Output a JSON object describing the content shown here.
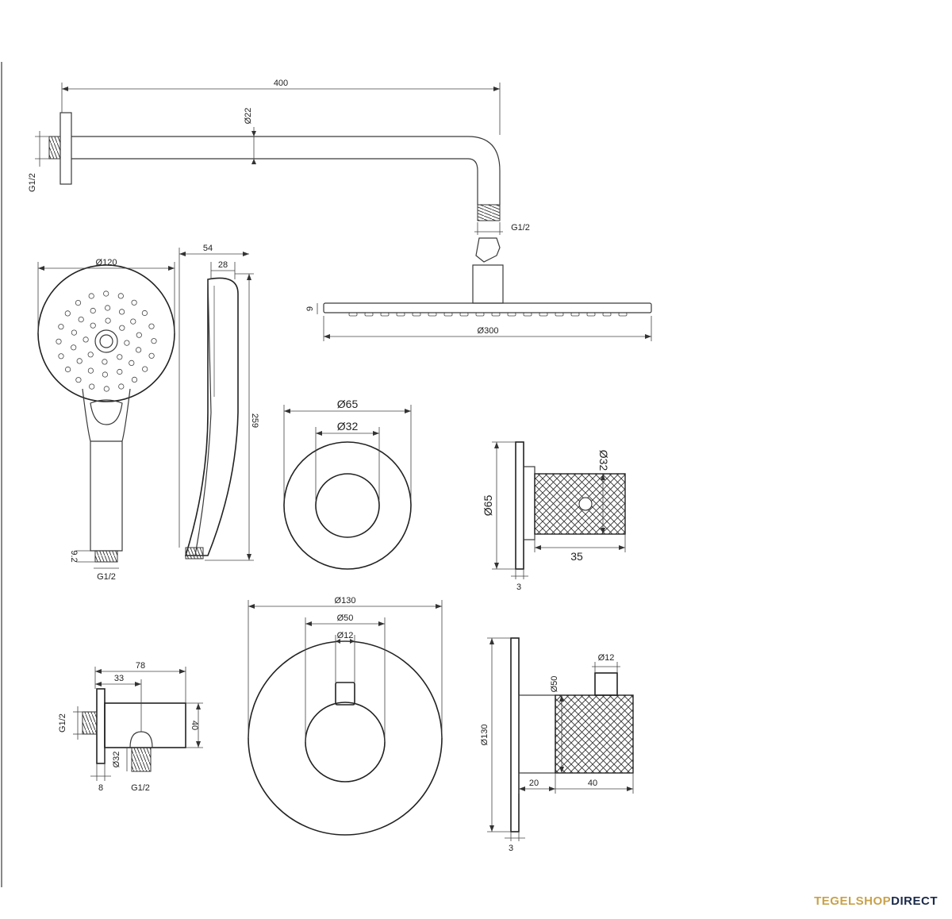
{
  "labels": {
    "arm_length": "400",
    "arm_diameter": "Ø22",
    "arm_inlet_thread": "G1/2",
    "arm_outlet_thread": "G1/2",
    "hand_head_diameter": "Ø120",
    "hand_depth": "54",
    "hand_head_depth": "28",
    "hand_length": "259",
    "hand_thread_height": "9.2",
    "hand_thread": "G1/2",
    "rain_height": "9",
    "rain_diameter": "Ø300",
    "stop_rosette_diameter": "Ø65",
    "stop_knob_diameter": "Ø32",
    "stop_side_rosette": "Ø65",
    "stop_side_knob": "Ø32",
    "stop_side_depth": "35",
    "stop_side_plate": "3",
    "elbow_length": "78",
    "elbow_offset": "33",
    "elbow_thread_in": "G1/2",
    "elbow_outlet": "Ø32",
    "elbow_height": "40",
    "elbow_plate": "8",
    "elbow_thread_out": "G1/2",
    "thermo_rosette": "Ø130",
    "thermo_knob": "Ø50",
    "thermo_pin": "Ø12",
    "thermo_side_pin": "Ø12",
    "thermo_side_knob": "Ø50",
    "thermo_side_rosette": "Ø130",
    "thermo_side_offset": "20",
    "thermo_side_depth": "40",
    "thermo_side_plate": "3"
  },
  "brand": {
    "part1": "TEGELSHOP",
    "part2": "DIRECT"
  },
  "colors": {
    "line": "#3a3a3a",
    "brand_gold": "#c8a24a",
    "brand_navy": "#1a2a4a"
  }
}
